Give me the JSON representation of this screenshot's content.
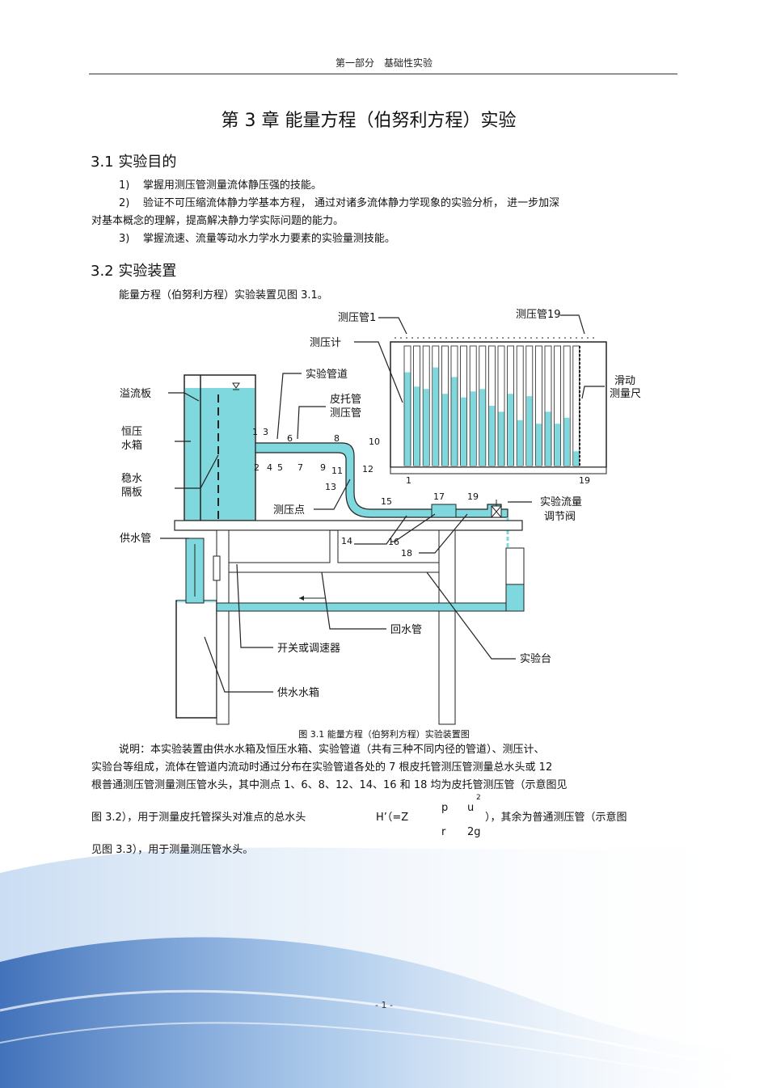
{
  "header": "第一部分　基础性实验",
  "title": "第 3 章  能量方程（伯努利方程）实验",
  "sections": [
    {
      "heading": "3.1   实验目的"
    },
    {
      "heading": "3.2   实验装置"
    }
  ],
  "objectives": [
    {
      "num": "1)",
      "text": "掌握用测压管测量流体静压强的技能。"
    },
    {
      "num": "2)",
      "text": "验证不可压缩流体静力学基本方程，           通过对诸多流体静力学现象的实验分析，          进一步加深"
    },
    {
      "num": "",
      "text": "对基本概念的理解，提高解决静力学实际问题的能力。"
    },
    {
      "num": "3)",
      "text": "掌握流速、流量等动水力学水力要素的实验量测技能。"
    }
  ],
  "intro": "能量方程（伯努利方程）实验装置见图          3.1。",
  "figure": {
    "caption": "图 3.1  能量方程（伯努利方程）实验装置图",
    "labels": {
      "piezo1": "测压管1",
      "piezo19": "测压管19",
      "manometer": "测压计",
      "pipe": "实验管道",
      "overflow": "溢流板",
      "pitot_1": "皮托管",
      "pitot_2": "测压管",
      "tank_1": "恒压",
      "tank_2": "水箱",
      "baffle_1": "稳水",
      "baffle_2": "隔板",
      "ruler_1": "滑动",
      "ruler_2": "测量尺",
      "point": "测压点",
      "valve_1": "实验流量",
      "valve_2": "调节阀",
      "supply_pipe": "供水管",
      "return_pipe": "回水管",
      "switch": "开关或调速器",
      "bench": "实验台",
      "supply_tank": "供水水箱",
      "scale_start": "1",
      "scale_end": "19"
    },
    "points": [
      "1",
      "2",
      "3",
      "4",
      "5",
      "6",
      "7",
      "8",
      "9",
      "10",
      "11",
      "12",
      "13",
      "14",
      "15",
      "16",
      "17",
      "18",
      "19"
    ],
    "piezo_levels": [
      0.78,
      0.66,
      0.64,
      0.82,
      0.6,
      0.74,
      0.57,
      0.62,
      0.64,
      0.5,
      0.45,
      0.6,
      0.38,
      0.58,
      0.35,
      0.45,
      0.35,
      0.4,
      0.12
    ]
  },
  "desc": {
    "l1": "说明：本实验装置由供水水箱及恒压水箱、实验管道（共有三种不同内径的管道）、测压计、",
    "l2": "实验台等组成，流体在管道内流动时通过分布在实验管道各处的               7 根皮托管测压管测量总水头或        12",
    "l3": "根普通测压管测量测压管水头，其中测点          1、6、8、12、14、16 和 18 均为皮托管测压管（示意图见",
    "l4a": "图  3.2），用于测量皮托管探头对准点的总水头",
    "l4b": "H’（=Z",
    "frac1_num": "p",
    "frac1_den": "r",
    "frac2_num": "u",
    "frac2_sup": "2",
    "frac2_den": "2g",
    "l4c": "），其余为普通测压管（示意图",
    "l5": "见图  3.3），用于测量测压管水头。"
  },
  "page_number": "- 1 -",
  "colors": {
    "water": "#7fd8dd",
    "wave": "#3f78c4"
  }
}
